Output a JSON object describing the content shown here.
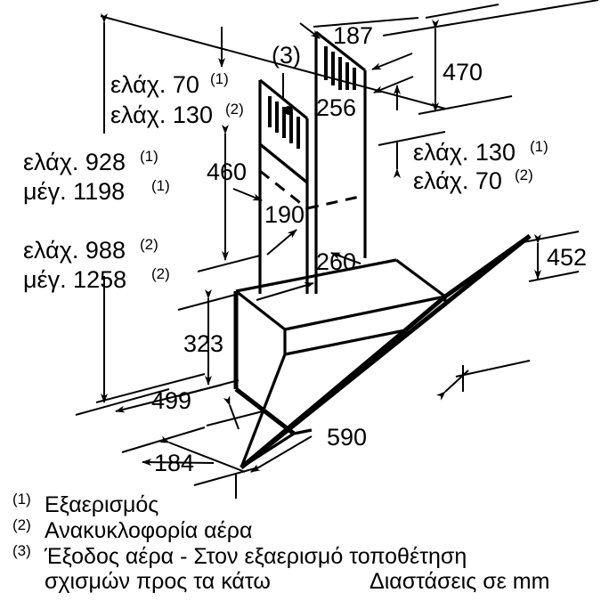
{
  "drawing": {
    "title": "Cooker hood installation dimension drawing",
    "units_note": "Διαστάσεις σε mm",
    "dimensions": {
      "ceiling_gap_1": "ελάχ. 70",
      "ceiling_gap_1_ref": "(1)",
      "ceiling_gap_2": "ελάχ. 130",
      "ceiling_gap_2_ref": "(2)",
      "total_min_1": "ελάχ. 928",
      "total_min_1_ref": "(1)",
      "total_max_1": "μέγ. 1198",
      "total_max_1_ref": "(1)",
      "total_min_2": "ελάχ. 988",
      "total_min_2_ref": "(2)",
      "total_max_2": "μέγ. 1258",
      "total_max_2_ref": "(2)",
      "right_gap_1": "ελάχ. 130",
      "right_gap_1_ref": "(1)",
      "right_gap_2": "ελάχ. 70",
      "right_gap_2_ref": "(2)",
      "chimney_depth": "187",
      "chimney_width": "256",
      "chimney_height_right": "470",
      "chimney_travel": "460",
      "chimney_lower_depth": "190",
      "chimney_lower_width": "260",
      "body_height": "323",
      "body_width": "499",
      "body_depth_base": "184",
      "glass_width": "590",
      "glass_height": "452",
      "air_outlet_marker": "(3)"
    },
    "legend": [
      {
        "marker": "(1)",
        "text": "Εξαερισμός"
      },
      {
        "marker": "(2)",
        "text": "Ανακυκλοφορία αέρα"
      },
      {
        "marker": "(3)",
        "text": "Έξοδος αέρα - Στον εξαερισμό τοποθέτηση",
        "text2": "σχισμών προς τα κάτω"
      }
    ],
    "colors": {
      "ink": "#000000",
      "paper": "#ffffff"
    }
  }
}
